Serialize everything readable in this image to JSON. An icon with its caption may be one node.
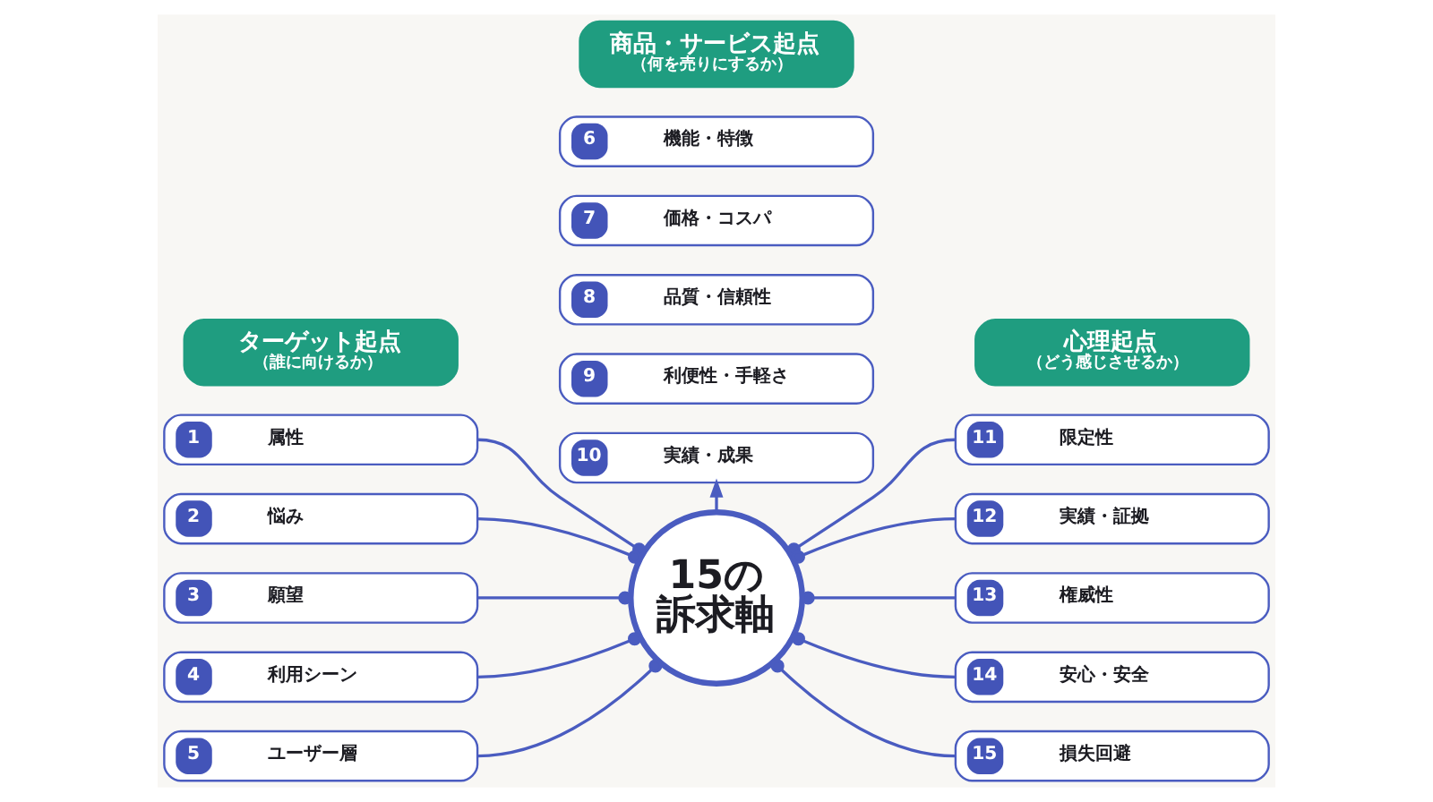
{
  "diagram": {
    "nodes": [
      {
        "text": [
          "ターゲット起点",
          "（誰に向けるか）"
        ]
      },
      {
        "text": [
          "1",
          "属性"
        ]
      },
      {
        "text": [
          "2",
          "悩み"
        ]
      },
      {
        "text": [
          "3",
          "願望"
        ]
      },
      {
        "text": [
          "4",
          "利用シーン"
        ]
      },
      {
        "text": [
          "5",
          "ユーザー層"
        ]
      },
      {
        "text": [
          "商品・サービス起点",
          "（何を売りにするか）"
        ]
      },
      {
        "text": [
          "6",
          "機能・特徴"
        ]
      },
      {
        "text": [
          "7",
          "価格・コスパ"
        ]
      },
      {
        "text": [
          "8",
          "品質・信頼性"
        ]
      },
      {
        "text": [
          "9",
          "利便性・手軽さ"
        ]
      },
      {
        "text": [
          "10",
          "実績・成果"
        ]
      },
      {
        "text": [
          "15の訴求軸"
        ]
      },
      {
        "text": [
          "心理起点",
          "（どう感じさせるか）"
        ]
      },
      {
        "text": [
          "11",
          "限定性"
        ]
      },
      {
        "text": [
          "12",
          "実績・証拠"
        ]
      },
      {
        "text": [
          "13",
          "権威性"
        ]
      },
      {
        "text": [
          "14",
          "安心・安全"
        ]
      },
      {
        "text": [
          "15",
          "損失回避"
        ]
      }
    ],
    "edges": [
      {
        "from": 1,
        "to": 12,
        "arrow": "other"
      },
      {
        "from": 2,
        "to": 12,
        "arrow": "other"
      },
      {
        "from": 3,
        "to": 12,
        "arrow": "other"
      },
      {
        "from": 4,
        "to": 12,
        "arrow": "other"
      },
      {
        "from": 5,
        "to": 12,
        "arrow": "other"
      },
      {
        "from": 12,
        "to": 11,
        "arrow": "to"
      },
      {
        "from": 12,
        "to": 14,
        "arrow": "other"
      },
      {
        "from": 12,
        "to": 15,
        "arrow": "other"
      },
      {
        "from": 12,
        "to": 16,
        "arrow": "other"
      },
      {
        "from": 12,
        "to": 17,
        "arrow": "other"
      },
      {
        "from": 12,
        "to": 18,
        "arrow": "other"
      }
    ]
  }
}
